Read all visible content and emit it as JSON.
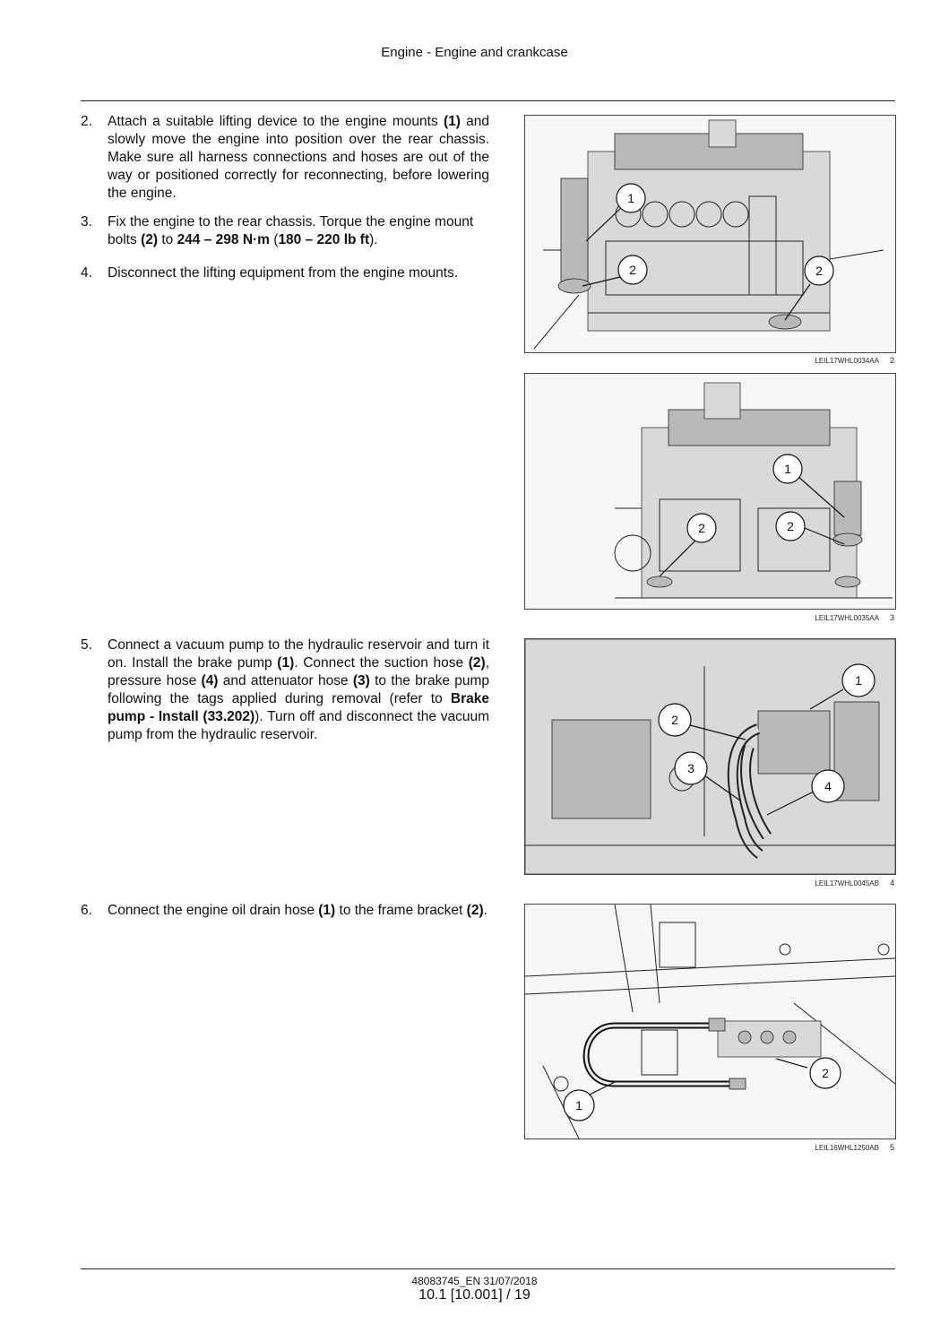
{
  "header": {
    "title": "Engine - Engine and crankcase"
  },
  "steps": [
    {
      "num": "2.",
      "parts": [
        "Attach a suitable lifting device to the engine mounts ",
        "(1)",
        " and slowly move the engine into position over the rear chassis. Make sure all harness connections and hoses are out of the way or positioned correctly for reconnecting, before lowering the engine."
      ]
    },
    {
      "num": "3.",
      "parts": [
        "Fix the engine to the rear chassis. Torque the engine mount bolts ",
        "(2)",
        " to ",
        "244 – 298 N·m",
        " (",
        "180 – 220 lb ft",
        ")."
      ]
    },
    {
      "num": "4.",
      "parts": [
        "Disconnect the lifting equipment from the engine mounts."
      ]
    },
    {
      "num": "5.",
      "parts": [
        "Connect a vacuum pump to the hydraulic reservoir and turn it on. Install the brake pump ",
        "(1)",
        ". Connect the suction hose ",
        "(2)",
        ", pressure hose ",
        "(4)",
        " and attenuator hose ",
        "(3)",
        " to the brake pump following the tags applied during removal (refer to ",
        "Brake pump - Install (33.202)",
        "). Turn off and disconnect the vacuum pump from the hydraulic reservoir."
      ]
    },
    {
      "num": "6.",
      "parts": [
        "Connect the engine oil drain hose ",
        "(1)",
        " to the frame bracket ",
        "(2)",
        "."
      ]
    }
  ],
  "figures": [
    {
      "code": "LEIL17WHL0034AA",
      "number": "2",
      "callouts": [
        "1",
        "2",
        "2"
      ]
    },
    {
      "code": "LEIL17WHL0035AA",
      "number": "3",
      "callouts": [
        "1",
        "2",
        "2"
      ]
    },
    {
      "code": "LEIL17WHL0045AB",
      "number": "4",
      "callouts": [
        "1",
        "2",
        "3",
        "4"
      ]
    },
    {
      "code": "LEIL16WHL1250AB",
      "number": "5",
      "callouts": [
        "1",
        "2"
      ]
    }
  ],
  "footer": {
    "doc_ref": "48083745_EN 31/07/2018",
    "page": "10.1 [10.001] / 19"
  }
}
